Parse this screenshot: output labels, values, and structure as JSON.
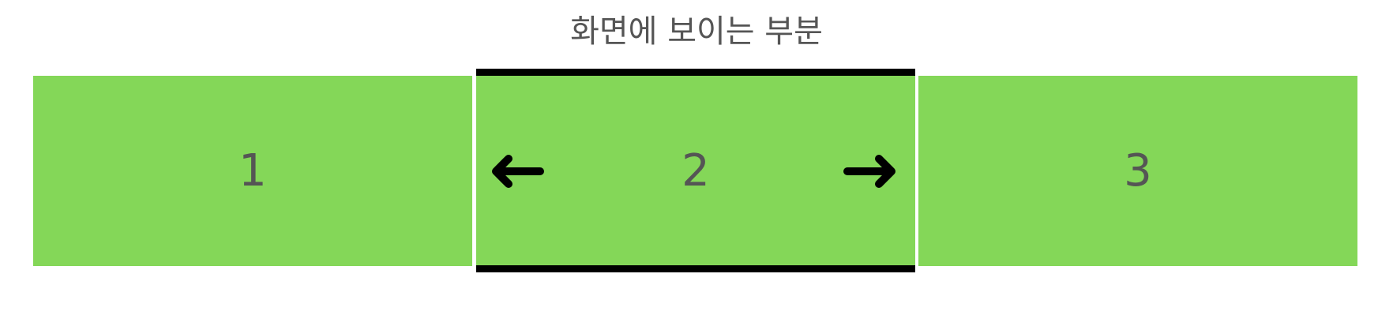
{
  "title": "화면에 보이는 부분",
  "slides": [
    {
      "label": "1",
      "visible": false
    },
    {
      "label": "2",
      "visible": true
    },
    {
      "label": "3",
      "visible": false
    }
  ],
  "colors": {
    "slide_fill": "#84d758",
    "viewport_border": "#000000",
    "text": "#555555"
  },
  "icons": {
    "left": "arrow-left-icon",
    "right": "arrow-right-icon"
  }
}
